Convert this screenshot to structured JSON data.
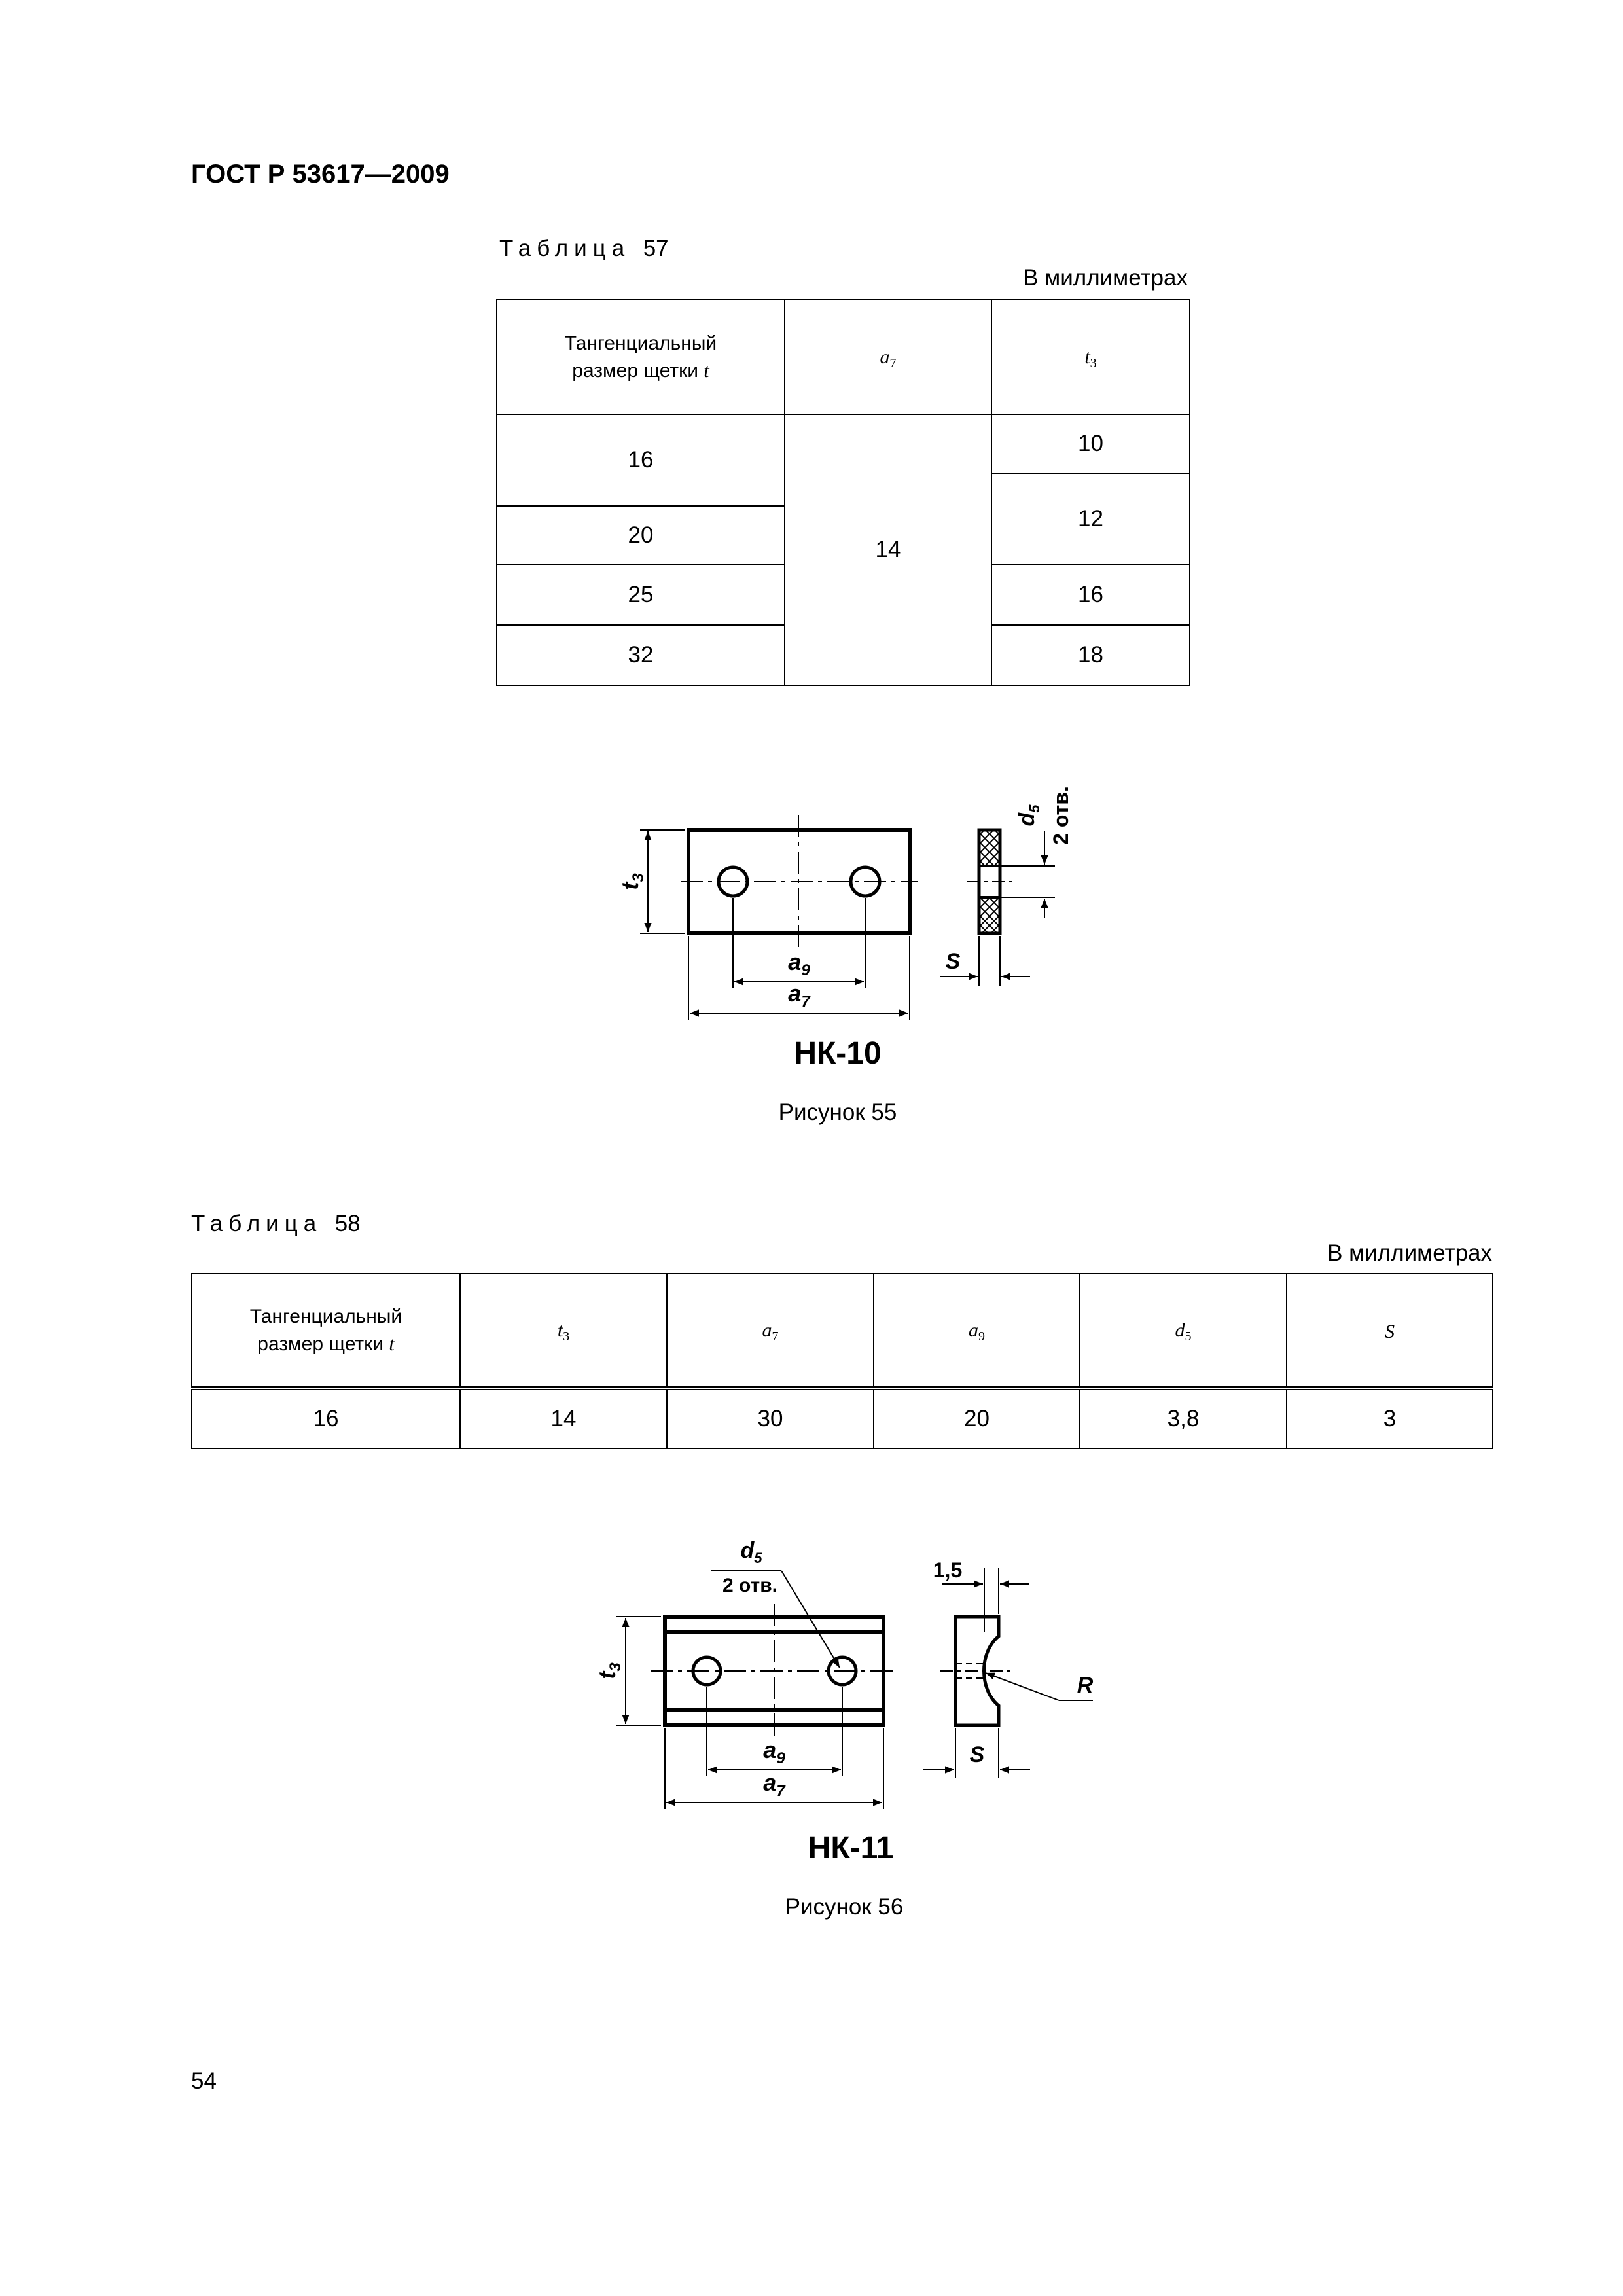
{
  "header": {
    "doc_id": "ГОСТ Р 53617—2009"
  },
  "table57": {
    "caption_word": "Таблица",
    "caption_num": "57",
    "units": "В миллиметрах",
    "headers": {
      "col1_line1": "Тангенциальный",
      "col1_line2": "размер щетки ",
      "col1_italic": "t",
      "col2_sym": "a",
      "col2_sub": "7",
      "col3_sym": "t",
      "col3_sub": "3"
    },
    "t_values": [
      "16",
      "20",
      "25",
      "32"
    ],
    "a7_value": "14",
    "t3_values": [
      "10",
      "12",
      "16",
      "18"
    ]
  },
  "figure55": {
    "labels": {
      "t_sym": "t",
      "t_sub": "3",
      "a9_sym": "a",
      "a9_sub": "9",
      "a7_sym": "a",
      "a7_sub": "7",
      "d_sym": "d",
      "d_sub": "5",
      "holes": "2 отв.",
      "s_sym": "S"
    },
    "title": "НК-10",
    "caption": "Рисунок 55"
  },
  "table58": {
    "caption_word": "Таблица",
    "caption_num": "58",
    "units": "В миллиметрах",
    "headers": {
      "col1_line1": "Тангенциальный",
      "col1_line2": "размер щетки ",
      "col1_italic": "t",
      "t3_sym": "t",
      "t3_sub": "3",
      "a7_sym": "a",
      "a7_sub": "7",
      "a9_sym": "a",
      "a9_sub": "9",
      "d5_sym": "d",
      "d5_sub": "5",
      "s_sym": "S"
    },
    "row": [
      "16",
      "14",
      "30",
      "20",
      "3,8",
      "3"
    ]
  },
  "figure56": {
    "labels": {
      "d_sym": "d",
      "d_sub": "5",
      "holes": "2 отв.",
      "dim15": "1,5",
      "r_sym": "R",
      "t_sym": "t",
      "t_sub": "3",
      "a9_sym": "a",
      "a9_sub": "9",
      "a7_sym": "a",
      "a7_sub": "7",
      "s_sym": "S"
    },
    "title": "НК-11",
    "caption": "Рисунок 56"
  },
  "footer": {
    "page_number": "54"
  }
}
